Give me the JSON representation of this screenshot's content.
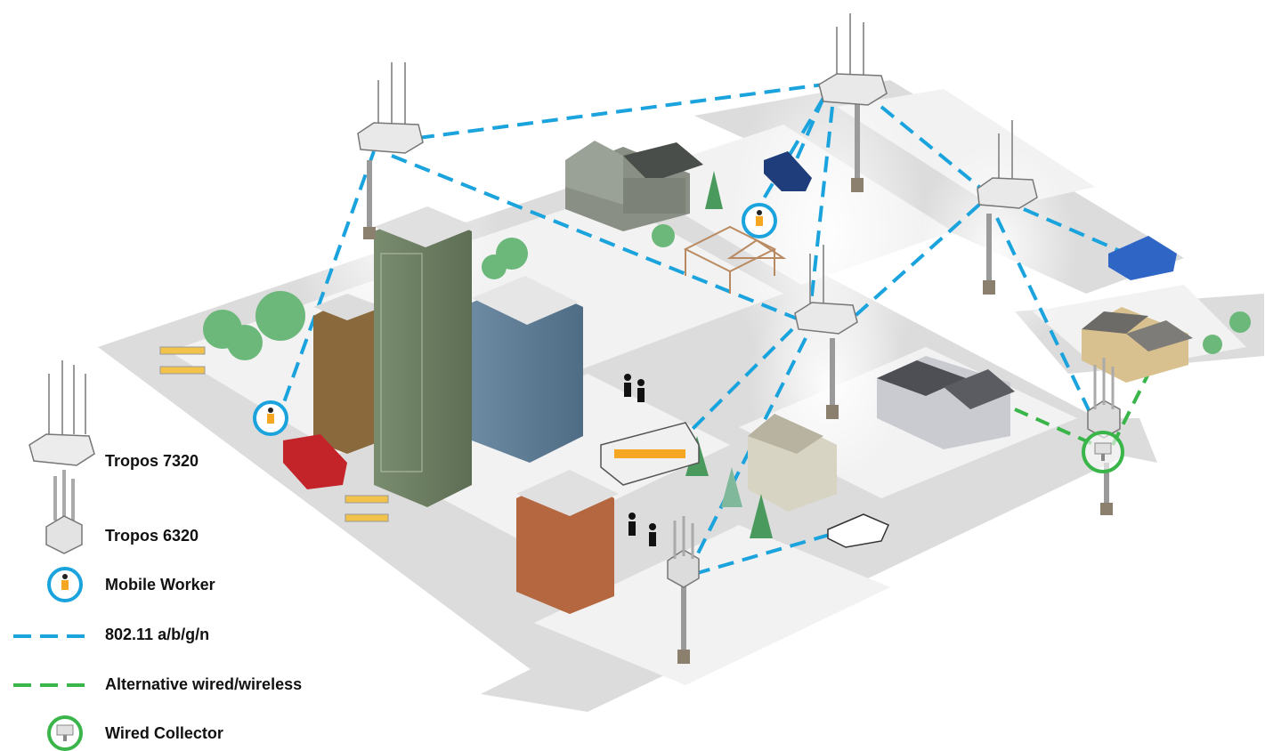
{
  "legend": {
    "items": [
      {
        "id": "tropos-7320",
        "label": "Tropos 7320",
        "icon": "tropos-7320-icon"
      },
      {
        "id": "tropos-6320",
        "label": "Tropos 6320",
        "icon": "tropos-6320-icon"
      },
      {
        "id": "mobile-worker",
        "label": "Mobile Worker",
        "icon": "mobile-worker-icon"
      },
      {
        "id": "wifi-link",
        "label": "802.11 a/b/g/n",
        "icon": "blue-dashed-line-icon"
      },
      {
        "id": "alt-link",
        "label": "Alternative wired/wireless",
        "icon": "green-dashed-line-icon"
      },
      {
        "id": "wired-collector",
        "label": "Wired Collector",
        "icon": "wired-collector-icon"
      }
    ]
  },
  "colors": {
    "wifi_link": "#1aa3dc",
    "alt_link": "#3ab54a",
    "street": "#d9d9d9",
    "worker_ring": "#1aa3dc",
    "collector_ring": "#3ab54a"
  }
}
